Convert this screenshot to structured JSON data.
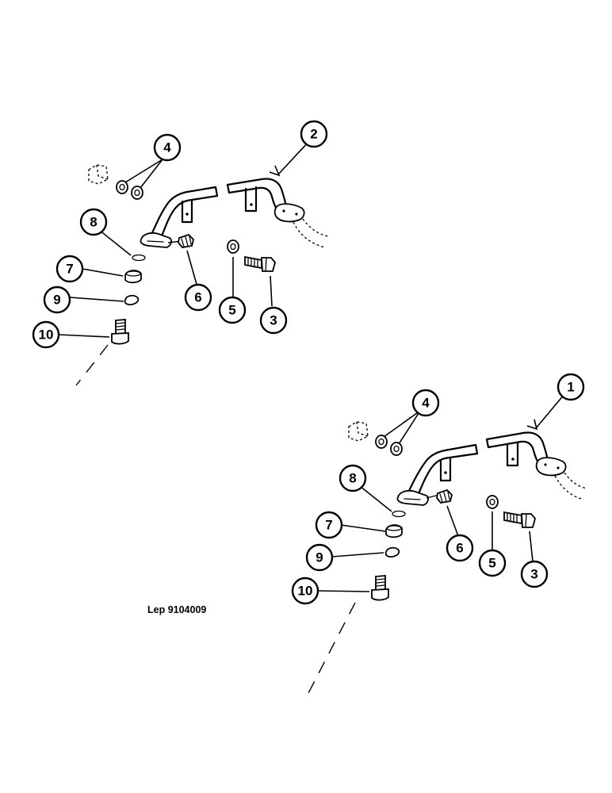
{
  "drawing_reference": "Lep 9104009",
  "upper_assembly": {
    "callouts": {
      "tube": "2",
      "washers_top": "4",
      "oring": "8",
      "cap": "7",
      "washer_small": "9",
      "bolt_banjo": "10",
      "nut": "6",
      "washer": "5",
      "screw": "3"
    }
  },
  "lower_assembly": {
    "callouts": {
      "tube": "1",
      "washers_top": "4",
      "oring": "8",
      "cap": "7",
      "washer_small": "9",
      "bolt_banjo": "10",
      "nut": "6",
      "washer": "5",
      "screw": "3"
    }
  }
}
